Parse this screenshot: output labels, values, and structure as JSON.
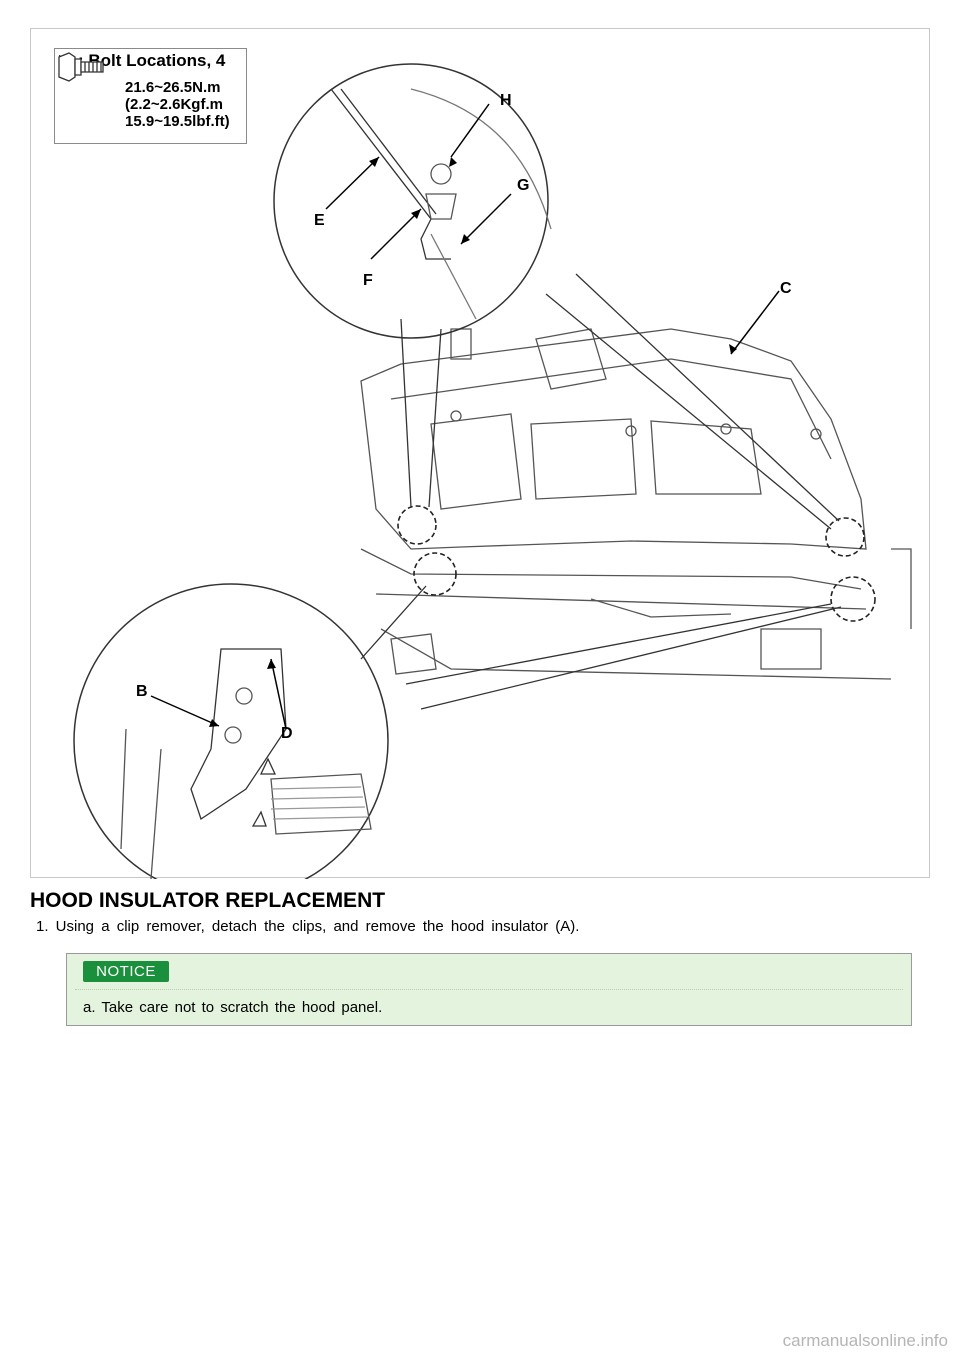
{
  "figure": {
    "spec": {
      "title": ": Bolt Locations, 4",
      "torque_nm": "21.6~26.5N.m",
      "torque_kgf": "(2.2~2.6Kgf.m",
      "torque_lbf": "15.9~19.5lbf.ft)"
    },
    "callouts": {
      "b": "B",
      "c": "C",
      "d": "D",
      "e": "E",
      "f": "F",
      "g": "G",
      "h": "H"
    }
  },
  "section": {
    "title": "HOOD INSULATOR REPLACEMENT",
    "steps": [
      "1. Using a clip remover, detach the clips, and remove the hood insulator (A)."
    ]
  },
  "notice": {
    "badge": "NOTICE",
    "items": [
      "a. Take care not to scratch the hood panel."
    ]
  },
  "watermark": "carmanualsonline.info",
  "colors": {
    "notice_background": "#e3f3dd",
    "notice_badge": "#1a8f3c",
    "frame_border": "#c8c8c8"
  }
}
